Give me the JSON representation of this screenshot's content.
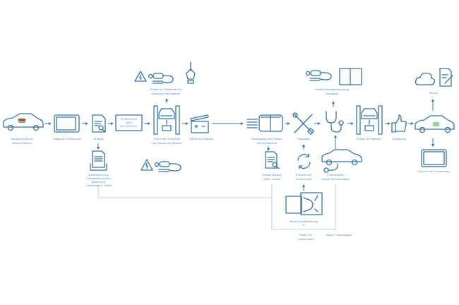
{
  "steps": {
    "suspect": [
      "Verdacht auf eine",
      "defekte Batterie"
    ],
    "diagnose": "Diagnose Fehlercodes",
    "analyse": "Analyse",
    "backup": [
      "Datensicherung:",
      "Fahrgestellnummer,",
      "Batterietyp,",
      "Ladezustand, Defekt"
    ],
    "decision": [
      "REPARIEREN",
      "ODER",
      "ENTSORGEN?"
    ],
    "dispose": [
      "Prüfen der Sicherheit und",
      "Entsorgen der Batterie"
    ],
    "remove": [
      "Prüfen der Sicherheit",
      "und Ausbau der Batterie"
    ],
    "open": "Öffnen der Batterie",
    "confirm": [
      "Bestätigung des Fehlers",
      "mit Messtechnik"
    ],
    "module_backup": [
      "Module Backup",
      "Daten: Defekt"
    ],
    "repair": "Reparatur",
    "replace": [
      "Ersetzen der",
      "Komponente"
    ],
    "insulation": [
      "Isolationsfestigkeitsprüfung",
      "Dichtigkeit"
    ],
    "function_test": [
      "Funktionstest",
      "Vehicle Bus Simulation"
    ],
    "install": "Einbau der Batterie",
    "activate": "Aktivierung",
    "report": "Report",
    "clear": "Löschen des Fehlercodes",
    "conditioning": "Modul Konditionierung",
    "data_type": [
      "Daten: Art,",
      "Ladezustand"
    ],
    "data_vehicle": "Daten: Fahrzeugtype"
  },
  "colors": {
    "icon": "#3573a8",
    "text": "#5d8fbd",
    "line": "#a9c9e0",
    "battery_red": "#c8373c",
    "battery_green": "#7fbf7f"
  }
}
